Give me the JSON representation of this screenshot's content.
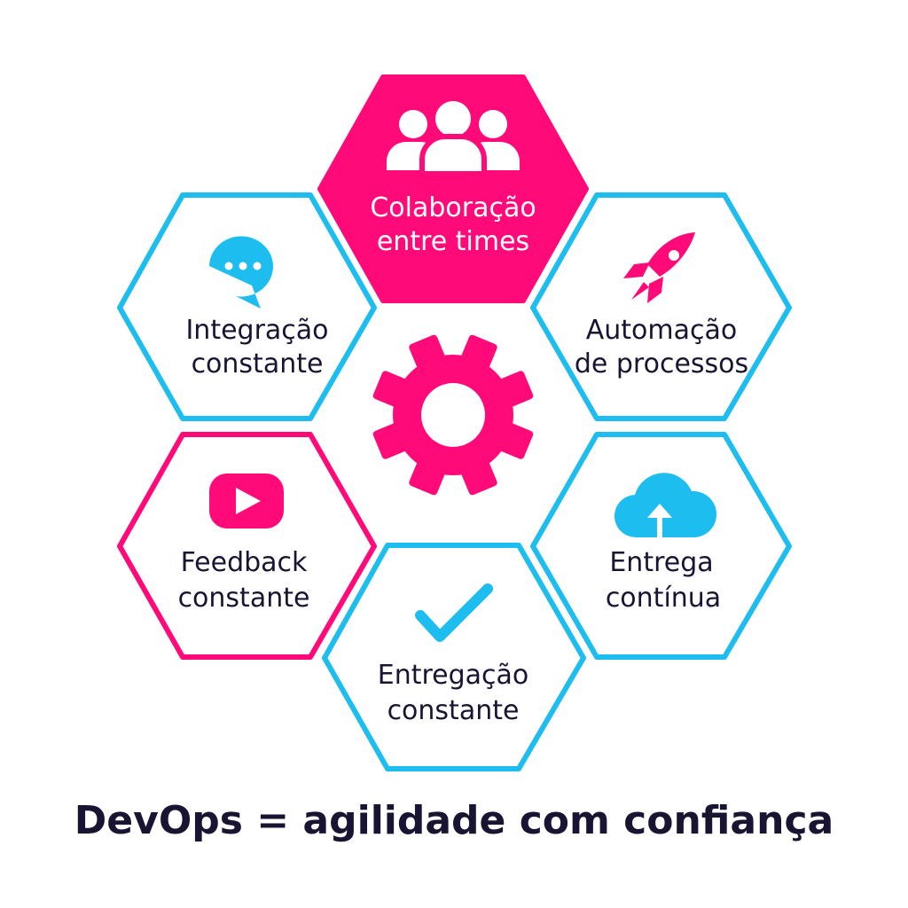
{
  "colors": {
    "pink": "#ff0a78",
    "blue": "#1ebdf0",
    "text": "#1a1433",
    "white": "#ffffff"
  },
  "hexagons": {
    "collaboration": {
      "line1": "Colaboração",
      "line2": "entre times",
      "icon": "team-icon",
      "style": "filled-pink"
    },
    "integration": {
      "line1": "Integração",
      "line2": "constante",
      "icon": "chat-bubble-icon",
      "style": "outline-blue"
    },
    "automation": {
      "line1": "Automação",
      "line2": "de processos",
      "icon": "rocket-icon",
      "style": "outline-blue"
    },
    "feedback": {
      "line1": "Feedback",
      "line2": "constante",
      "icon": "play-button-icon",
      "style": "outline-pink"
    },
    "delivery": {
      "line1": "Entrega",
      "line2": "contínua",
      "icon": "cloud-upload-icon",
      "style": "outline-blue"
    },
    "validation": {
      "line1": "Entregação",
      "line2": "constante",
      "icon": "checkmark-icon",
      "style": "outline-blue"
    }
  },
  "center_icon": "gear-icon",
  "footer": {
    "tagline": "DevOps = agilidade com confiança"
  }
}
